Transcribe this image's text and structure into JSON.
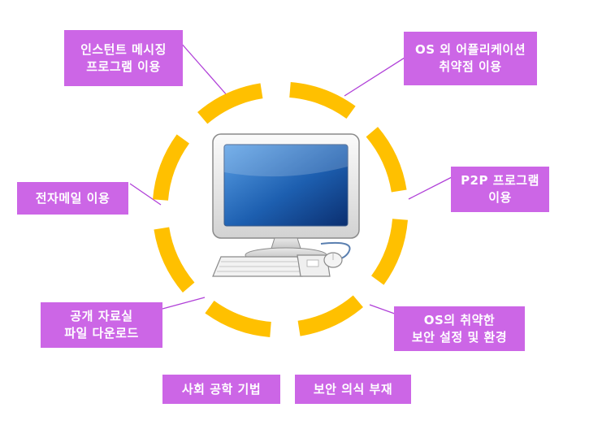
{
  "factors": [
    {
      "lines": [
        "인스턴트 메시징",
        "프로그램 이용"
      ]
    },
    {
      "lines": [
        "OS 외 어플리케이션",
        "취약점 이용"
      ]
    },
    {
      "lines": [
        "전자메일 이용"
      ]
    },
    {
      "lines": [
        "P2P 프로그램",
        "이용"
      ]
    },
    {
      "lines": [
        "공개 자료실",
        "파일 다운로드"
      ]
    },
    {
      "lines": [
        "OS의 취약한",
        "보안 설정 및 환경"
      ]
    },
    {
      "lines": [
        "사회 공학 기법"
      ]
    },
    {
      "lines": [
        "보안 의식 부재"
      ]
    }
  ],
  "colors": {
    "box": "#cc66e6",
    "ring": "#ffc000",
    "connector": "#b040d8"
  },
  "center_icon": "desktop-computer-icon"
}
